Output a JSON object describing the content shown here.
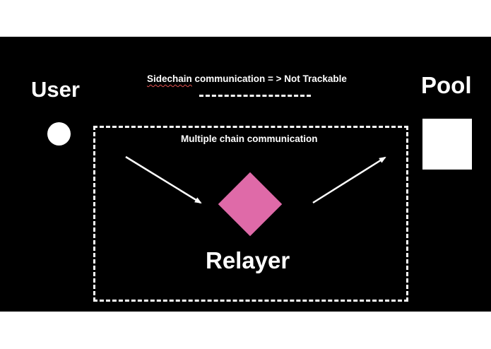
{
  "header": {
    "text_first": "Sidechain",
    "text_rest": " communication = > Not Trackable"
  },
  "user": {
    "label": "User"
  },
  "pool": {
    "label": "Pool"
  },
  "multi_chain": {
    "title": "Multiple chain communication"
  },
  "relayer": {
    "label": "Relayer"
  },
  "colors": {
    "background": "#000000",
    "foreground": "#ffffff",
    "relayer_diamond": "#df6aa8"
  }
}
